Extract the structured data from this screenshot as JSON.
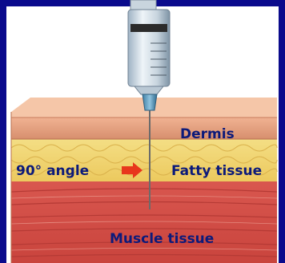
{
  "labels": {
    "dermis": "Dermis",
    "fatty_tissue": "Fatty tissue",
    "angle": "90° angle",
    "muscle_tissue": "Muscle tissue"
  },
  "colors": {
    "background": "#0a0a8c",
    "arrow": "#e8361c",
    "label_text": "#0c1a7a"
  }
}
